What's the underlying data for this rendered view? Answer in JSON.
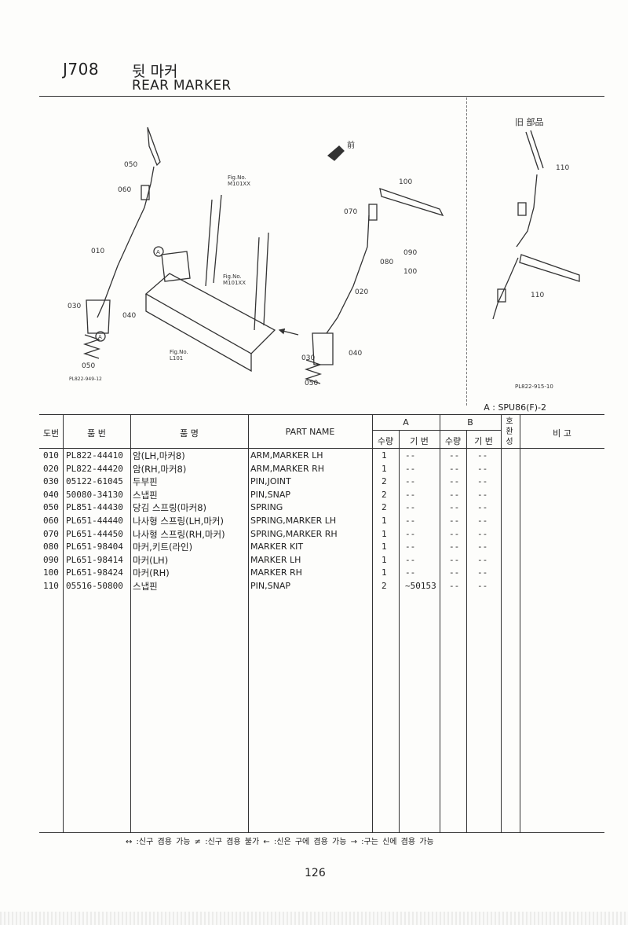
{
  "page": {
    "code": "J708",
    "title_ko": "뒷 마커",
    "title_en": "REAR MARKER",
    "model_ref": "A : SPU86(F)-2",
    "page_number": "126"
  },
  "diagram": {
    "old_parts_label": "旧 部品",
    "front_label": "前",
    "callouts": {
      "c050a": "050",
      "c060": "060",
      "c010": "010",
      "c030a": "030",
      "c040a": "040",
      "c050b": "050",
      "c100": "100",
      "c070": "070",
      "c080": "080",
      "c090": "090",
      "c100b": "100",
      "c020": "020",
      "c030b": "030",
      "c040b": "040",
      "c050c": "050",
      "c110a": "110",
      "c110b": "110",
      "markA1": "A",
      "markA2": "A"
    },
    "figrefs": {
      "fig1a": "Fig.No.",
      "fig1b": "M101XX",
      "fig2a": "Fig.No.",
      "fig2b": "M101XX",
      "fig3a": "Fig.No.",
      "fig3b": "L101"
    },
    "drawing_no_left": "PL822-949-12",
    "drawing_no_right": "PL822-915-10"
  },
  "table": {
    "headers": {
      "no": "도번",
      "partno": "품  번",
      "name_ko": "품    명",
      "part_name": "PART NAME",
      "group_a": "A",
      "group_b": "B",
      "qty": "수량",
      "base": "기 번",
      "compat": "호환성",
      "remarks": "비  고"
    },
    "rows": [
      {
        "no": "010",
        "part": "PL822-44410",
        "name_ko": "암(LH,마커8)",
        "name_en": "ARM,MARKER LH",
        "a_qty": "1",
        "a_base": "--",
        "b_qty": "--",
        "b_base": "--"
      },
      {
        "no": "020",
        "part": "PL822-44420",
        "name_ko": "암(RH,마커8)",
        "name_en": "ARM,MARKER RH",
        "a_qty": "1",
        "a_base": "--",
        "b_qty": "--",
        "b_base": "--"
      },
      {
        "no": "030",
        "part": "05122-61045",
        "name_ko": "두부핀",
        "name_en": "PIN,JOINT",
        "a_qty": "2",
        "a_base": "--",
        "b_qty": "--",
        "b_base": "--"
      },
      {
        "no": "040",
        "part": "50080-34130",
        "name_ko": "스냅핀",
        "name_en": "PIN,SNAP",
        "a_qty": "2",
        "a_base": "--",
        "b_qty": "--",
        "b_base": "--"
      },
      {
        "no": "050",
        "part": "PL851-44430",
        "name_ko": "당김 스프링(마커8)",
        "name_en": "SPRING",
        "a_qty": "2",
        "a_base": "--",
        "b_qty": "--",
        "b_base": "--"
      },
      {
        "no": "060",
        "part": "PL651-44440",
        "name_ko": "나사형 스프링(LH,마커)",
        "name_en": "SPRING,MARKER LH",
        "a_qty": "1",
        "a_base": "--",
        "b_qty": "--",
        "b_base": "--"
      },
      {
        "no": "070",
        "part": "PL651-44450",
        "name_ko": "나사형 스프링(RH,마커)",
        "name_en": "SPRING,MARKER RH",
        "a_qty": "1",
        "a_base": "--",
        "b_qty": "--",
        "b_base": "--"
      },
      {
        "no": "080",
        "part": "PL651-98404",
        "name_ko": "마커,키트(라인)",
        "name_en": "MARKER KIT",
        "a_qty": "1",
        "a_base": "--",
        "b_qty": "--",
        "b_base": "--"
      },
      {
        "no": "090",
        "part": "PL651-98414",
        "name_ko": "마커(LH)",
        "name_en": "MARKER LH",
        "a_qty": "1",
        "a_base": "--",
        "b_qty": "--",
        "b_base": "--"
      },
      {
        "no": "100",
        "part": "PL651-98424",
        "name_ko": "마커(RH)",
        "name_en": "MARKER RH",
        "a_qty": "1",
        "a_base": "--",
        "b_qty": "--",
        "b_base": "--"
      },
      {
        "no": "110",
        "part": "05516-50800",
        "name_ko": "스냅핀",
        "name_en": "PIN,SNAP",
        "a_qty": "2",
        "a_base": "~50153",
        "b_qty": "--",
        "b_base": "--"
      }
    ]
  },
  "legend": "↔ :신구 겸용 가능   ≠ :신구 겸용 불가   ← :신은 구에 겸용 가능   → :구는 신에 겸용 가능"
}
